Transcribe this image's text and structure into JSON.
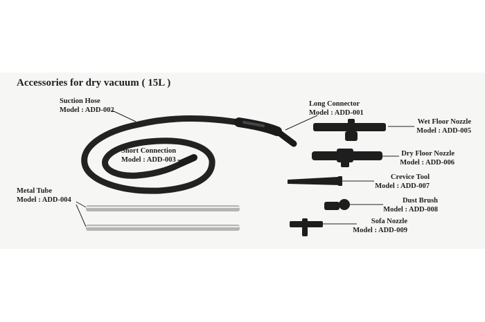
{
  "title": "Accessories for dry vacuum ( 15L )",
  "accessories": [
    {
      "name": "Suction Hose",
      "model": "Model : ADD-002"
    },
    {
      "name": "Long Connector",
      "model": "Model : ADD-001"
    },
    {
      "name": "Wet Floor Nozzle",
      "model": "Model : ADD-005"
    },
    {
      "name": "Short Connection",
      "model": "Model : ADD-003"
    },
    {
      "name": "Dry Floor Nozzle",
      "model": "Model : ADD-006"
    },
    {
      "name": "Crevice Tool",
      "model": "Model : ADD-007"
    },
    {
      "name": "Metal Tube",
      "model": "Model : ADD-004"
    },
    {
      "name": "Dust Brush",
      "model": "Model : ADD-008"
    },
    {
      "name": "Sofa Nozzle",
      "model": "Model : ADD-009"
    }
  ]
}
